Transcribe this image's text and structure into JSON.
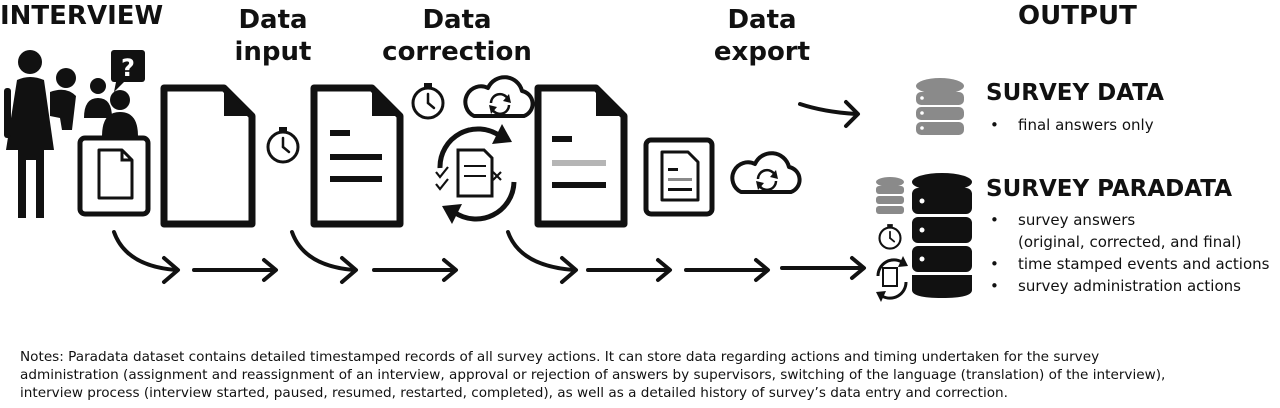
{
  "headers": {
    "interview": "INTERVIEW",
    "data_input": [
      "Data",
      "input"
    ],
    "data_correction": [
      "Data",
      "correction"
    ],
    "data_export": [
      "Data",
      "export"
    ],
    "output": "OUTPUT"
  },
  "question_mark": "?",
  "output": {
    "survey_data": {
      "title": "SURVEY DATA",
      "bullets": [
        "final answers only"
      ]
    },
    "survey_paradata": {
      "title": "SURVEY PARADATA",
      "bullets": [
        {
          "text": "survey answers",
          "bullet": true
        },
        {
          "text": "(original, corrected, and final)",
          "bullet": false
        },
        {
          "text": "time stamped events and actions",
          "bullet": true
        },
        {
          "text": "survey administration actions",
          "bullet": true
        }
      ]
    }
  },
  "notes": [
    "Notes: Paradata dataset contains detailed timestamped records of all survey actions. It can store data regarding actions and timing undertaken for the survey",
    "administration (assignment and reassignment of an interview, approval or rejection of answers by supervisors, switching of the language (translation) of the interview),",
    " interview process (interview started, paused, resumed, restarted, completed), as well as a detailed history of survey’s data entry and correction."
  ],
  "colors": {
    "ink": "#111111",
    "gray": "#8a8a8a",
    "light_gray": "#b5b5b5"
  }
}
